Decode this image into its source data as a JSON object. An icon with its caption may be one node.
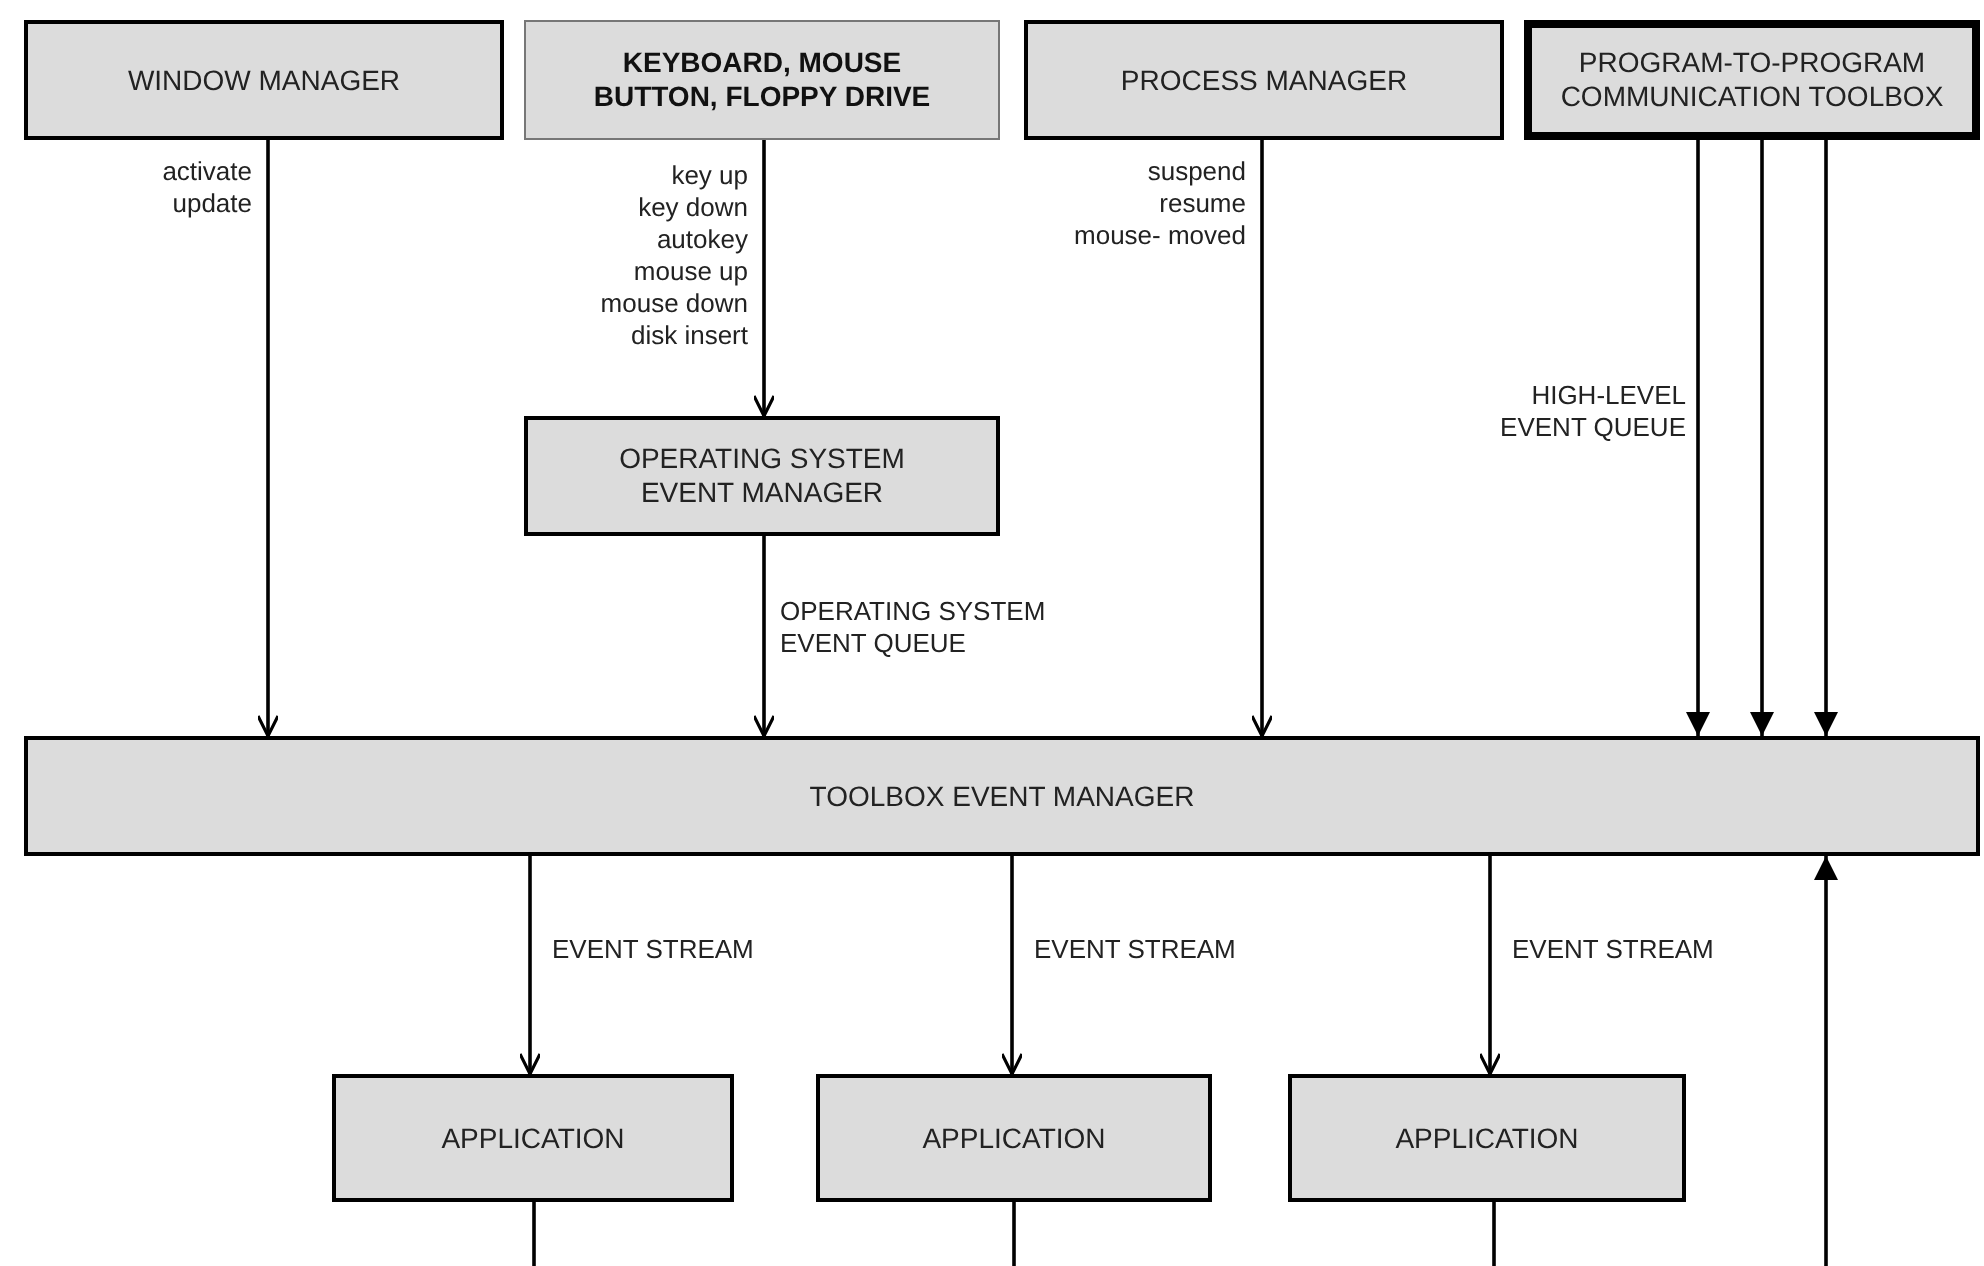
{
  "diagram": {
    "nodes": [
      {
        "text": [
          "WINDOW MANAGER"
        ]
      },
      {
        "text": [
          "KEYBOARD, MOUSE BUTTON, FLOPPY DRIVE"
        ]
      },
      {
        "text": [
          "PROCESS MANAGER"
        ]
      },
      {
        "text": [
          "PROGRAM-TO-PROGRAM COMMUNICATION TOOLBOX"
        ]
      },
      {
        "text": [
          "OPERATING SYSTEM EVENT MANAGER"
        ]
      },
      {
        "text": [
          "TOOLBOX EVENT MANAGER"
        ]
      },
      {
        "text": [
          "APPLICATION"
        ]
      },
      {
        "text": [
          "APPLICATION"
        ]
      },
      {
        "text": [
          "APPLICATION"
        ]
      }
    ],
    "edges": [
      {
        "from": 0,
        "to": 5,
        "arrow": "to",
        "label": "activate update"
      },
      {
        "from": 1,
        "to": 4,
        "arrow": "to",
        "label": "key up key down autokey mouse up mouse down disk insert"
      },
      {
        "from": 4,
        "to": 5,
        "arrow": "to",
        "label": "OPERATING SYSTEM EVENT QUEUE"
      },
      {
        "from": 2,
        "to": 5,
        "arrow": "to",
        "label": "suspend resume mouse- moved"
      },
      {
        "from": 3,
        "to": 5,
        "arrow": "to",
        "label": "HIGH-LEVEL EVENT QUEUE"
      },
      {
        "from": 3,
        "to": 5,
        "arrow": "to"
      },
      {
        "from": 3,
        "to": 5,
        "arrow": "to"
      },
      {
        "from": 5,
        "to": 6,
        "arrow": "to",
        "label": "EVENT STREAM"
      },
      {
        "from": 5,
        "to": 7,
        "arrow": "to",
        "label": "EVENT STREAM"
      },
      {
        "from": 5,
        "to": 8,
        "arrow": "to",
        "label": "EVENT STREAM"
      },
      {
        "from": 6,
        "to": null,
        "arrow": "none"
      },
      {
        "from": 7,
        "to": null,
        "arrow": "none"
      },
      {
        "from": 8,
        "to": null,
        "arrow": "none"
      },
      {
        "from": null,
        "to": 5,
        "arrow": "to"
      }
    ]
  }
}
